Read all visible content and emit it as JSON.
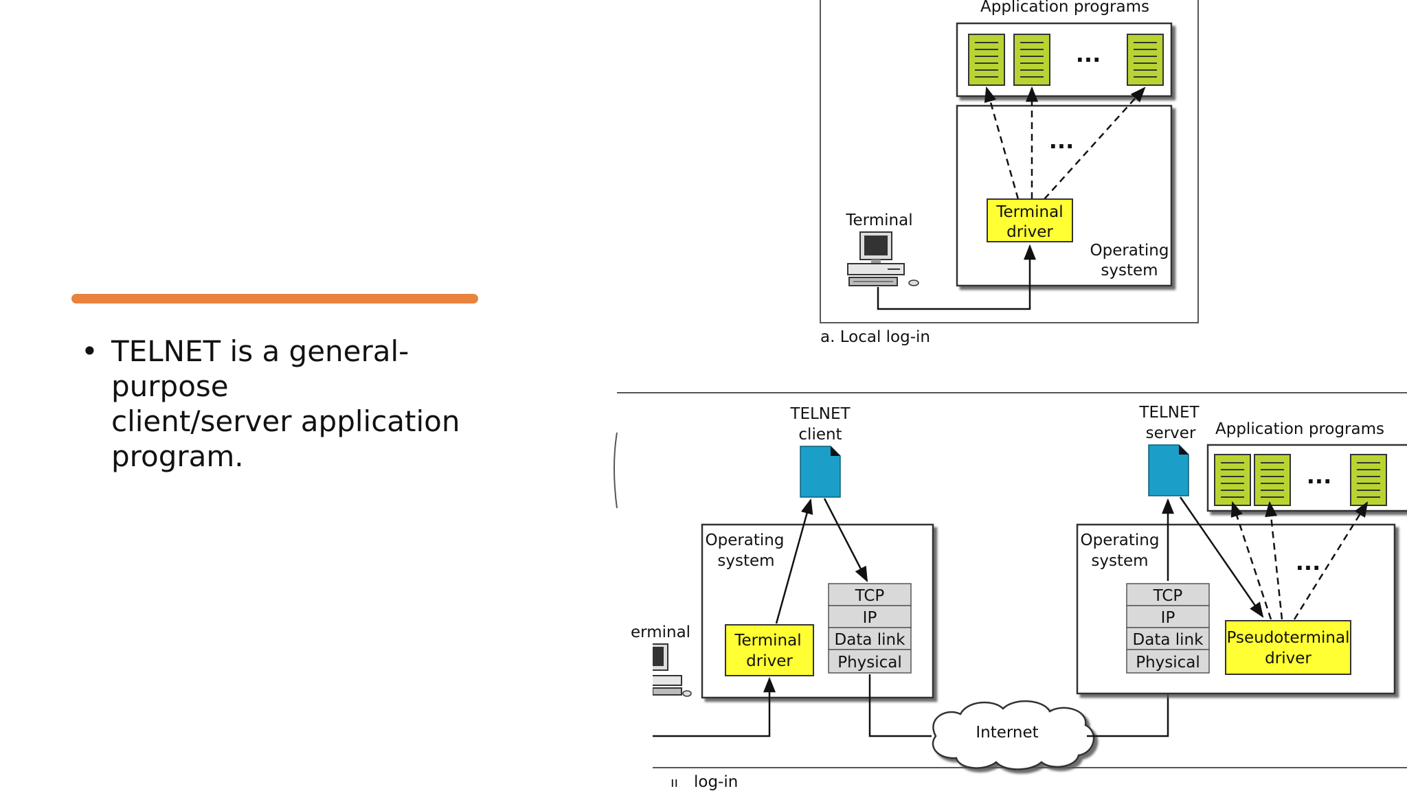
{
  "slide": {
    "bullet": {
      "symbol": "•",
      "lines": [
        "TELNET is a general-purpose",
        "client/server application",
        "program."
      ]
    },
    "accent_color": "#e8823c"
  },
  "diagram_local": {
    "app_programs_label": "Application programs",
    "ellipsis": "...",
    "terminal_label": "Terminal",
    "terminal_driver": [
      "Terminal",
      "driver"
    ],
    "operating_system": [
      "Operating",
      "system"
    ],
    "caption": "a. Local log-in"
  },
  "diagram_remote": {
    "telnet_client": [
      "TELNET",
      "client"
    ],
    "telnet_server": [
      "TELNET",
      "server"
    ],
    "app_programs_label": "Application programs",
    "ellipsis": "...",
    "client_os": [
      "Operating",
      "system"
    ],
    "server_os": [
      "Operating",
      "system"
    ],
    "stack_layers": [
      "TCP",
      "IP",
      "Data link",
      "Physical"
    ],
    "terminal_driver": [
      "Terminal",
      "driver"
    ],
    "pseudoterminal_driver": [
      "Pseudoterminal",
      "driver"
    ],
    "terminal_label_partial": "erminal",
    "internet": "Internet",
    "caption_partial": "log-in",
    "caption_fragment": "ıı"
  },
  "colors": {
    "program_green": "#b8d432",
    "driver_yellow": "#ffff33",
    "file_blue": "#1b9fc9",
    "layer_gray": "#d9d9d9"
  }
}
